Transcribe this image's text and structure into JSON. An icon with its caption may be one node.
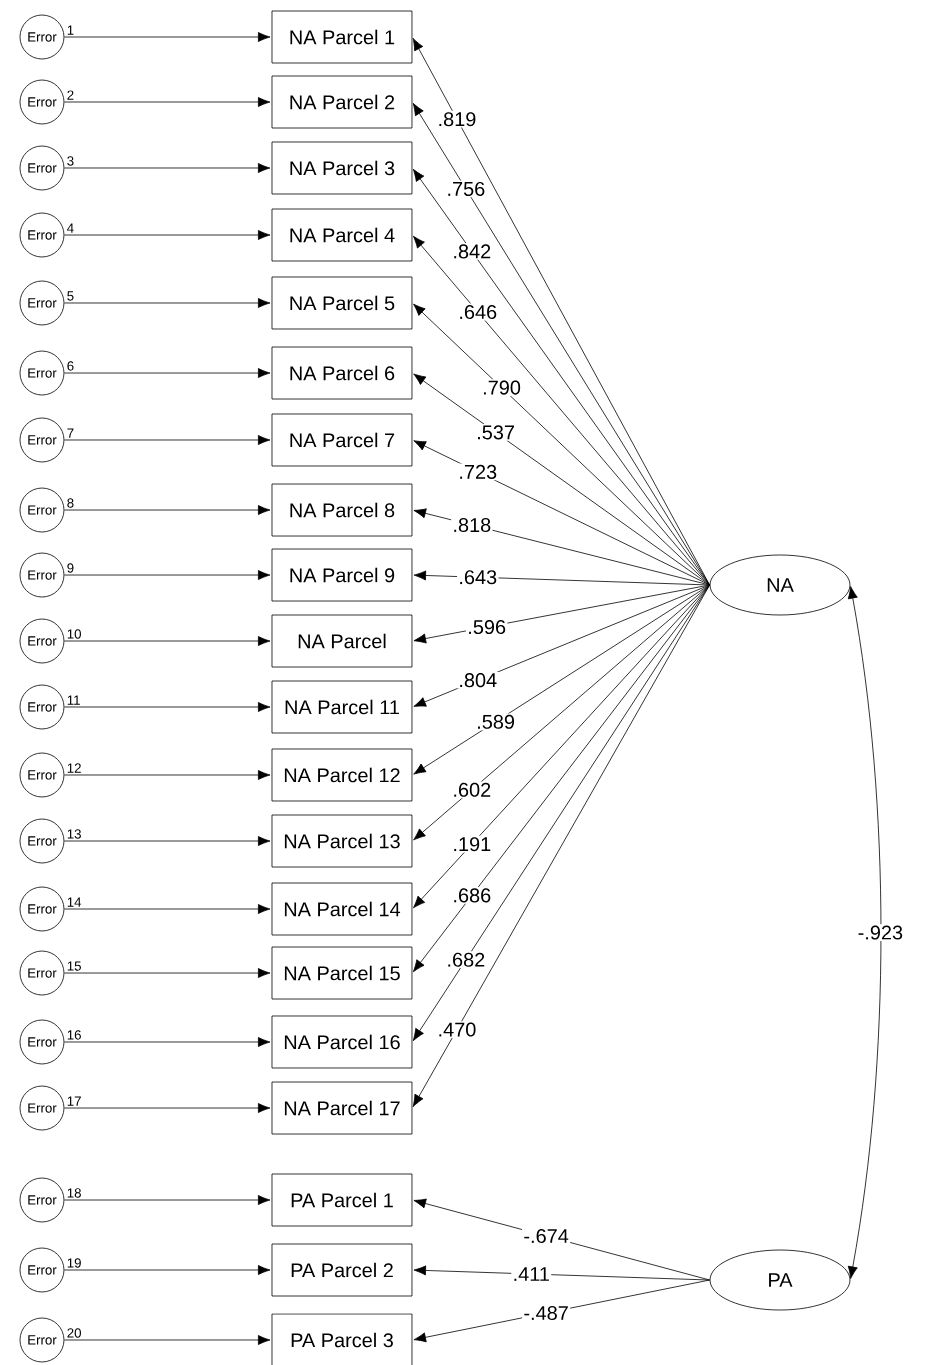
{
  "diagram": {
    "nodes": [
      {
        "text": [
          "Error"
        ],
        "beside": [
          "1"
        ]
      },
      {
        "text": [
          "NA Parcel 1"
        ]
      },
      {
        "text": [
          "Error"
        ],
        "beside": [
          "2"
        ]
      },
      {
        "text": [
          "NA Parcel 2"
        ]
      },
      {
        "text": [
          "Error"
        ],
        "beside": [
          "3"
        ]
      },
      {
        "text": [
          "NA Parcel 3"
        ]
      },
      {
        "text": [
          "Error"
        ],
        "beside": [
          "4"
        ]
      },
      {
        "text": [
          "NA Parcel 4"
        ]
      },
      {
        "text": [
          "Error"
        ],
        "beside": [
          "5"
        ]
      },
      {
        "text": [
          "NA Parcel 5"
        ]
      },
      {
        "text": [
          "Error"
        ],
        "beside": [
          "6"
        ]
      },
      {
        "text": [
          "NA Parcel 6"
        ]
      },
      {
        "text": [
          "Error"
        ],
        "beside": [
          "7"
        ]
      },
      {
        "text": [
          "NA Parcel 7"
        ]
      },
      {
        "text": [
          "Error"
        ],
        "beside": [
          "8"
        ]
      },
      {
        "text": [
          "NA Parcel 8"
        ]
      },
      {
        "text": [
          "Error"
        ],
        "beside": [
          "9"
        ]
      },
      {
        "text": [
          "NA Parcel 9"
        ]
      },
      {
        "text": [
          "Error"
        ],
        "beside": [
          "10"
        ]
      },
      {
        "text": [
          "NA Parcel"
        ]
      },
      {
        "text": [
          "Error"
        ],
        "beside": [
          "11"
        ]
      },
      {
        "text": [
          "NA Parcel 11"
        ]
      },
      {
        "text": [
          "Error"
        ],
        "beside": [
          "12"
        ]
      },
      {
        "text": [
          "NA Parcel 12"
        ]
      },
      {
        "text": [
          "Error"
        ],
        "beside": [
          "13"
        ]
      },
      {
        "text": [
          "NA Parcel 13"
        ]
      },
      {
        "text": [
          "Error"
        ],
        "beside": [
          "14"
        ]
      },
      {
        "text": [
          "NA Parcel 14"
        ]
      },
      {
        "text": [
          "Error"
        ],
        "beside": [
          "15"
        ]
      },
      {
        "text": [
          "NA Parcel 15"
        ]
      },
      {
        "text": [
          "Error"
        ],
        "beside": [
          "16"
        ]
      },
      {
        "text": [
          "NA Parcel 16"
        ]
      },
      {
        "text": [
          "Error"
        ],
        "beside": [
          "17"
        ]
      },
      {
        "text": [
          "NA Parcel 17"
        ]
      },
      {
        "text": [
          "Error"
        ],
        "beside": [
          "18"
        ]
      },
      {
        "text": [
          "PA Parcel 1"
        ]
      },
      {
        "text": [
          "Error"
        ],
        "beside": [
          "19"
        ]
      },
      {
        "text": [
          "PA Parcel 2"
        ]
      },
      {
        "text": [
          "Error"
        ],
        "beside": [
          "20"
        ]
      },
      {
        "text": [
          "PA Parcel 3"
        ]
      },
      {
        "text": [
          "NA"
        ]
      },
      {
        "text": [
          "PA"
        ]
      }
    ],
    "edges": [
      {
        "from": 0,
        "to": 1,
        "arrow": "to"
      },
      {
        "from": 2,
        "to": 3,
        "arrow": "to"
      },
      {
        "from": 4,
        "to": 5,
        "arrow": "to"
      },
      {
        "from": 6,
        "to": 7,
        "arrow": "to"
      },
      {
        "from": 8,
        "to": 9,
        "arrow": "to"
      },
      {
        "from": 10,
        "to": 11,
        "arrow": "to"
      },
      {
        "from": 12,
        "to": 13,
        "arrow": "to"
      },
      {
        "from": 14,
        "to": 15,
        "arrow": "to"
      },
      {
        "from": 16,
        "to": 17,
        "arrow": "to"
      },
      {
        "from": 18,
        "to": 19,
        "arrow": "to"
      },
      {
        "from": 20,
        "to": 21,
        "arrow": "to"
      },
      {
        "from": 22,
        "to": 23,
        "arrow": "to"
      },
      {
        "from": 24,
        "to": 25,
        "arrow": "to"
      },
      {
        "from": 26,
        "to": 27,
        "arrow": "to"
      },
      {
        "from": 28,
        "to": 29,
        "arrow": "to"
      },
      {
        "from": 30,
        "to": 31,
        "arrow": "to"
      },
      {
        "from": 32,
        "to": 33,
        "arrow": "to"
      },
      {
        "from": 34,
        "to": 35,
        "arrow": "to"
      },
      {
        "from": 36,
        "to": 37,
        "arrow": "to"
      },
      {
        "from": 38,
        "to": 39,
        "arrow": "to"
      },
      {
        "from": 40,
        "to": 1,
        "arrow": "to",
        "label": ".819"
      },
      {
        "from": 40,
        "to": 3,
        "arrow": "to",
        "label": ".756"
      },
      {
        "from": 40,
        "to": 5,
        "arrow": "to",
        "label": ".842"
      },
      {
        "from": 40,
        "to": 7,
        "arrow": "to",
        "label": ".646"
      },
      {
        "from": 40,
        "to": 9,
        "arrow": "to",
        "label": ".790"
      },
      {
        "from": 40,
        "to": 11,
        "arrow": "to",
        "label": ".537"
      },
      {
        "from": 40,
        "to": 13,
        "arrow": "to",
        "label": ".723"
      },
      {
        "from": 40,
        "to": 15,
        "arrow": "to",
        "label": ".818"
      },
      {
        "from": 40,
        "to": 17,
        "arrow": "to",
        "label": ".643"
      },
      {
        "from": 40,
        "to": 19,
        "arrow": "to",
        "label": ".596"
      },
      {
        "from": 40,
        "to": 21,
        "arrow": "to",
        "label": ".804"
      },
      {
        "from": 40,
        "to": 23,
        "arrow": "to",
        "label": ".589"
      },
      {
        "from": 40,
        "to": 25,
        "arrow": "to",
        "label": ".602"
      },
      {
        "from": 40,
        "to": 27,
        "arrow": "to",
        "label": ".191"
      },
      {
        "from": 40,
        "to": 29,
        "arrow": "to",
        "label": ".686"
      },
      {
        "from": 40,
        "to": 31,
        "arrow": "to",
        "label": ".682"
      },
      {
        "from": 40,
        "to": 33,
        "arrow": "to",
        "label": ".470"
      },
      {
        "from": 41,
        "to": 35,
        "arrow": "to",
        "label": "-.674"
      },
      {
        "from": 41,
        "to": 37,
        "arrow": "to",
        "label": ".411"
      },
      {
        "from": 41,
        "to": 39,
        "arrow": "to",
        "label": "-.487"
      },
      {
        "from": 40,
        "to": 41,
        "arrow": "both",
        "label": "-.923"
      }
    ]
  }
}
